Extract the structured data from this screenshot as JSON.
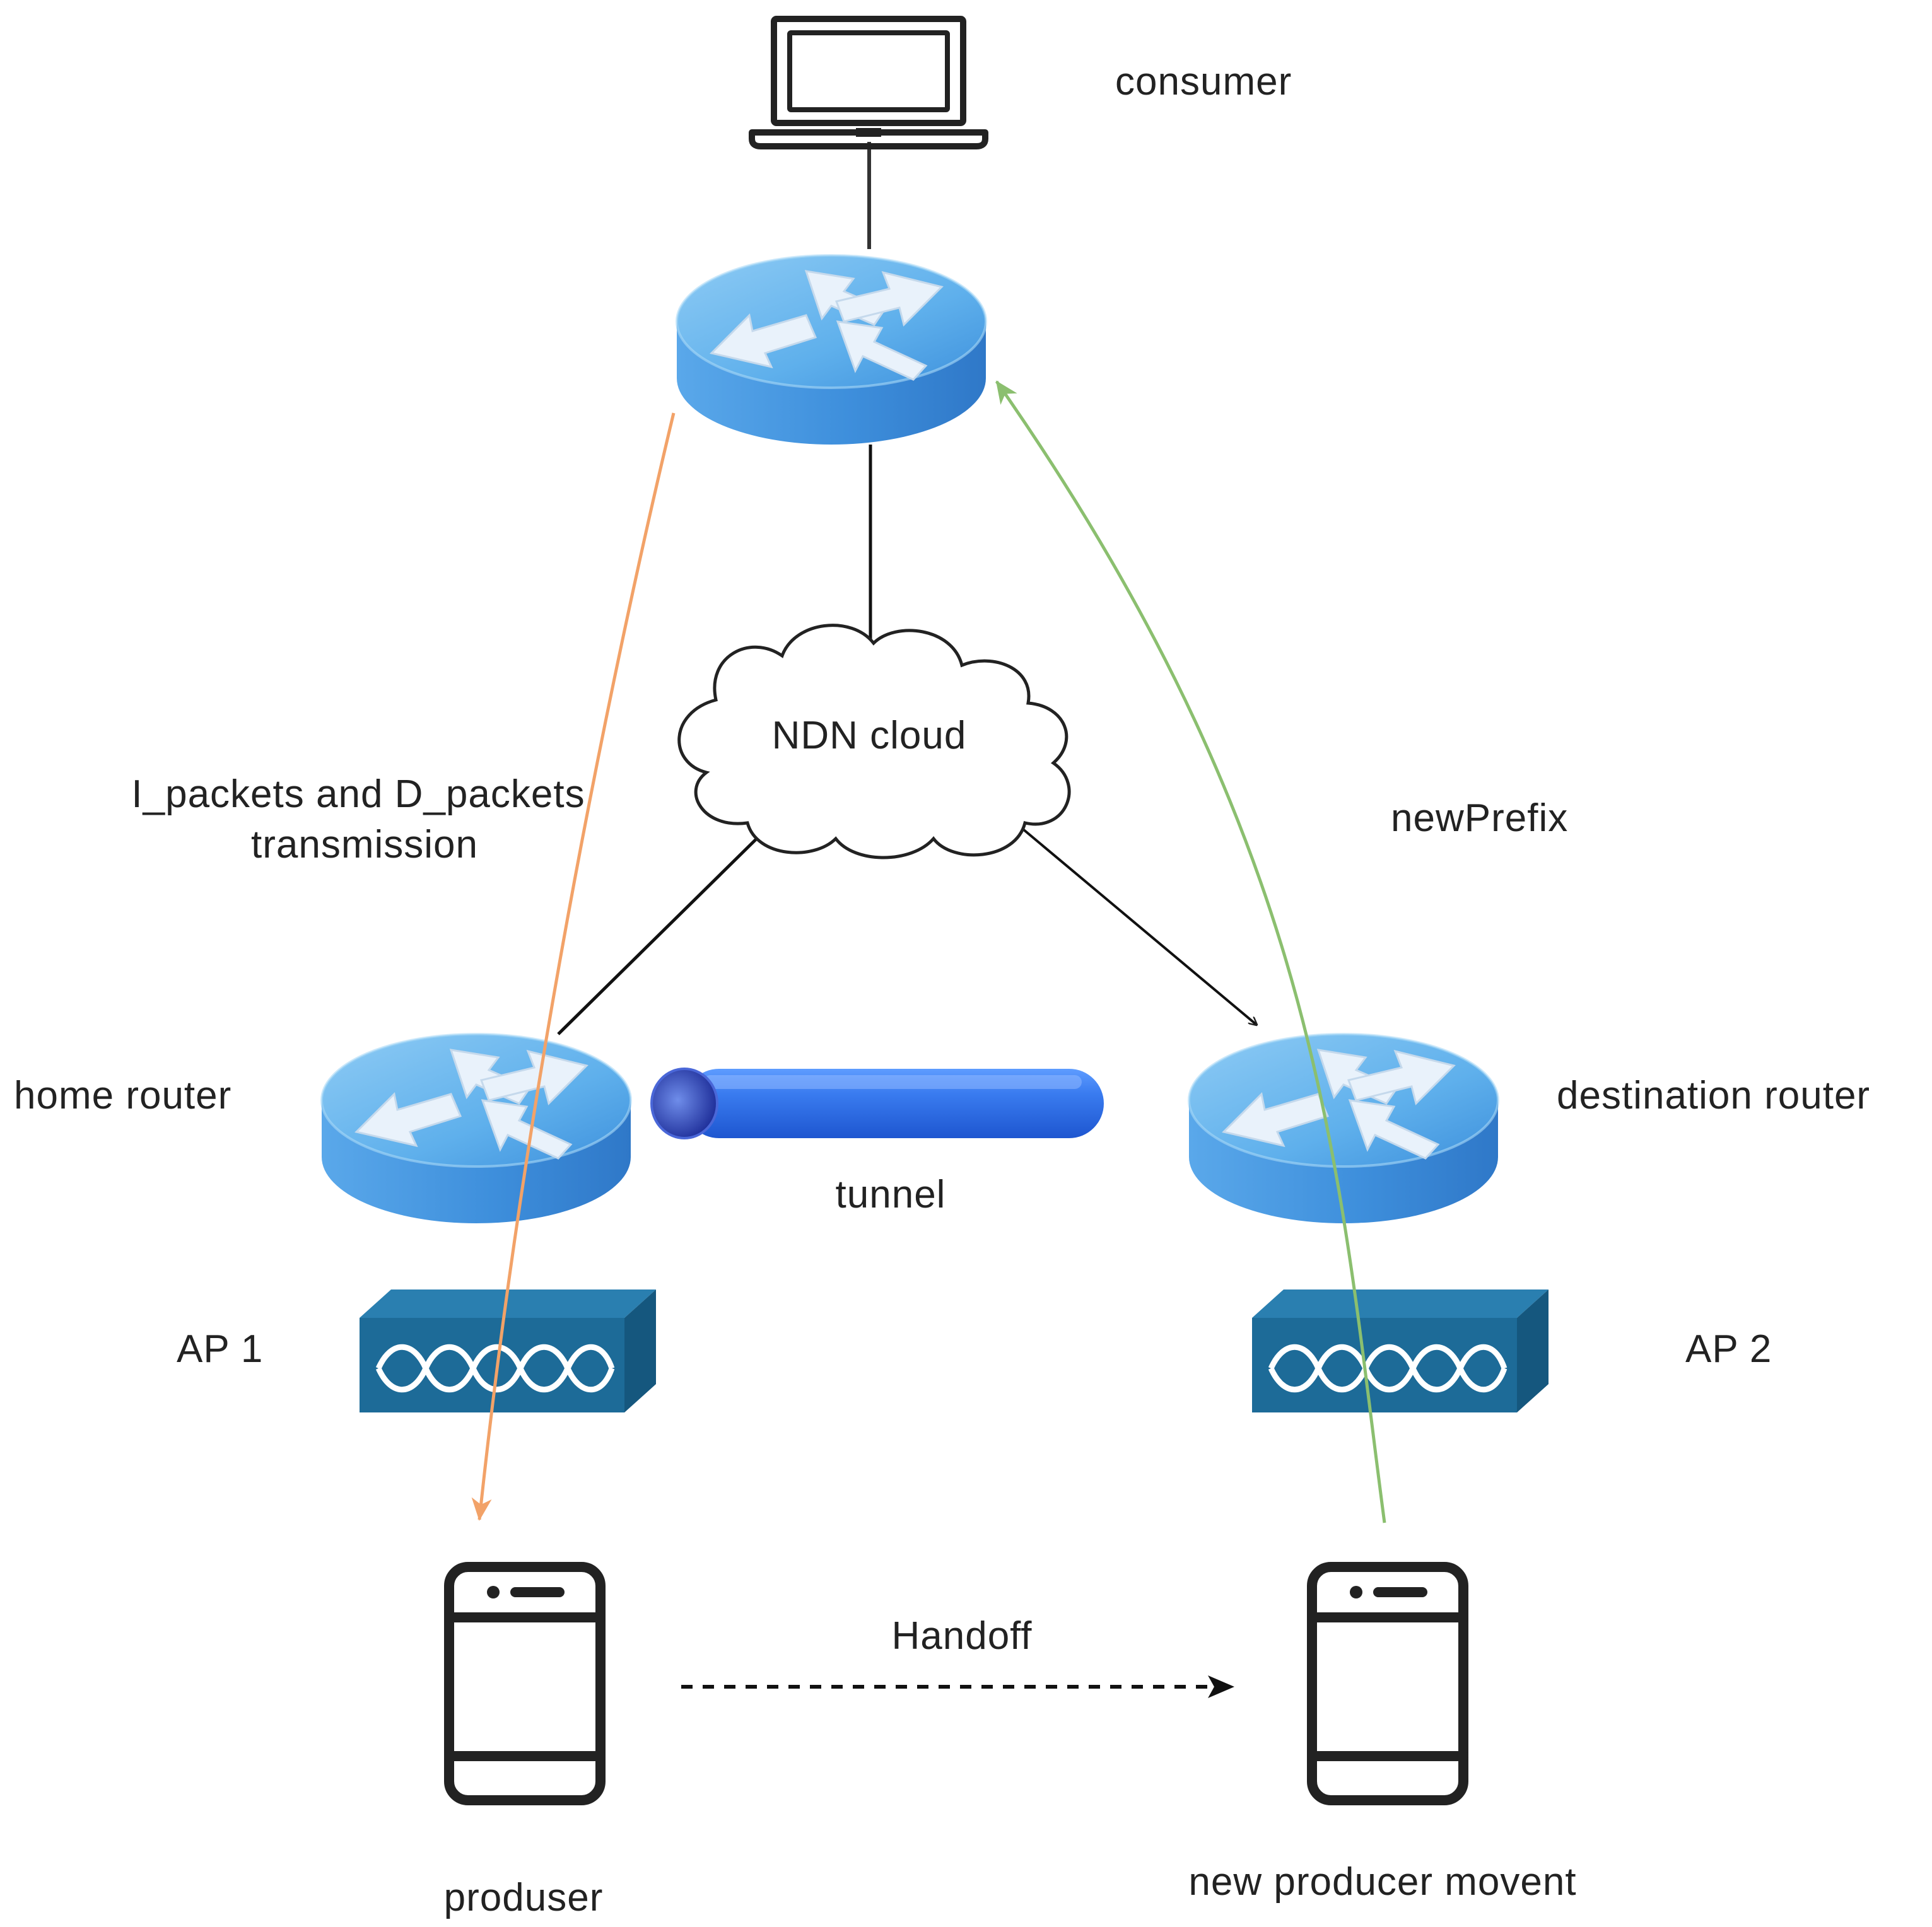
{
  "labels": {
    "consumer": "consumer",
    "ndn_cloud": "NDN cloud",
    "packets_line1": "I_packets and D_packets",
    "packets_line2": "transmission",
    "new_prefix": "newPrefix",
    "home_router": "home router",
    "destination_router": "destination router",
    "tunnel": "tunnel",
    "ap1": "AP 1",
    "ap2": "AP 2",
    "handoff": "Handoff",
    "producer": "produser",
    "new_producer": "new producer movent"
  },
  "icons": {
    "laptop": "laptop-icon",
    "router": "router-icon",
    "cloud": "cloud-icon",
    "tunnel": "tunnel-pipe-icon",
    "access_point": "access-point-icon",
    "phone": "smartphone-icon"
  },
  "colors": {
    "router_top": "#6fb8ee",
    "router_side": "#3d8fd8",
    "access_point": "#1d6b98",
    "tunnel": "#2a6fe8",
    "orange_flow": "#f2a268",
    "green_flow": "#8bbf6f",
    "device_stroke": "#222222"
  }
}
